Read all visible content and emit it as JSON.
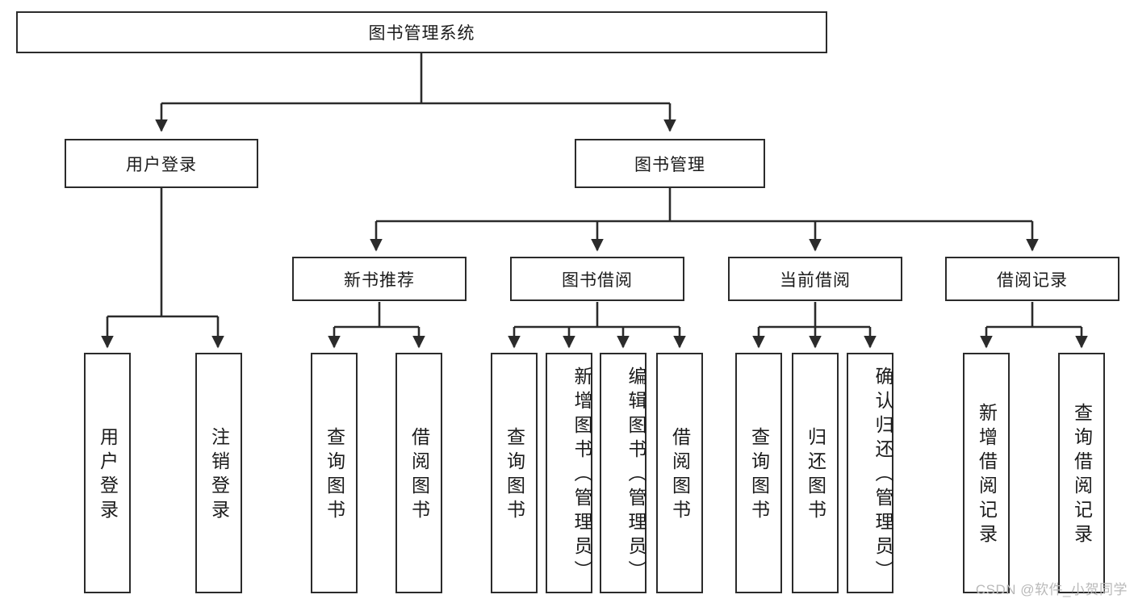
{
  "diagram": {
    "type": "tree",
    "title": "图书管理系统",
    "watermark": "CSDN @软件_小贺同学",
    "colors": {
      "background": "#ffffff",
      "box_border": "#2b2b2b",
      "box_fill": "#ffffff",
      "text": "#1b1b1b",
      "connector": "#2b2b2b",
      "watermark": "#b9b9b9"
    },
    "levels": {
      "root": {
        "label": "图书管理系统"
      },
      "level2": [
        {
          "label": "用户登录"
        },
        {
          "label": "图书管理"
        }
      ],
      "level3": [
        {
          "label": "新书推荐"
        },
        {
          "label": "图书借阅"
        },
        {
          "label": "当前借阅"
        },
        {
          "label": "借阅记录"
        }
      ],
      "leaves": [
        {
          "label": "用户登录",
          "parent": "用户登录"
        },
        {
          "label": "注销登录",
          "parent": "用户登录"
        },
        {
          "label": "查询图书",
          "parent": "新书推荐"
        },
        {
          "label": "借阅图书",
          "parent": "新书推荐"
        },
        {
          "label": "查询图书",
          "parent": "图书借阅"
        },
        {
          "label": "新增图书（管理员）",
          "parent": "图书借阅"
        },
        {
          "label": "编辑图书（管理员）",
          "parent": "图书借阅"
        },
        {
          "label": "借阅图书",
          "parent": "图书借阅"
        },
        {
          "label": "查询图书",
          "parent": "当前借阅"
        },
        {
          "label": "归还图书",
          "parent": "当前借阅"
        },
        {
          "label": "确认归还（管理员）",
          "parent": "当前借阅"
        },
        {
          "label": "新增借阅记录",
          "parent": "借阅记录"
        },
        {
          "label": "查询借阅记录",
          "parent": "借阅记录"
        }
      ]
    }
  }
}
